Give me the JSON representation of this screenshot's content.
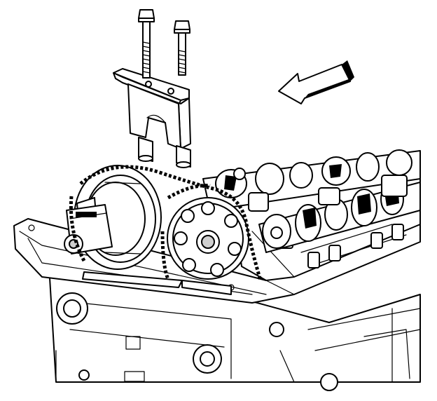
{
  "figure": {
    "title": "",
    "parts": [
      "bolt-left",
      "bolt-right",
      "camshaft-holding-tool",
      "direction-arrow",
      "intake-camshaft-sprocket",
      "exhaust-camshaft-sprocket",
      "timing-chain",
      "camshafts",
      "cylinder-head",
      "engine-block"
    ],
    "colors": {
      "line": "#000000",
      "background": "#ffffff",
      "shade": "#cfcfcf"
    }
  }
}
